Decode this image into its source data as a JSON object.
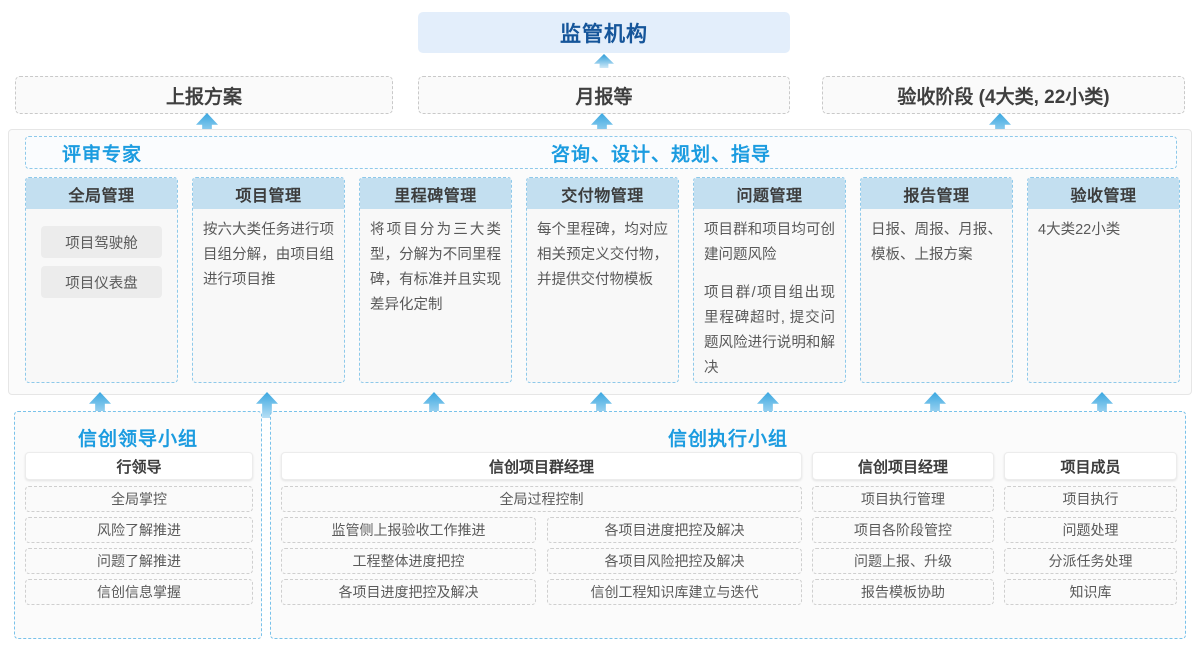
{
  "top": {
    "regulator": "监管机构",
    "reports": [
      "上报方案",
      "月报等",
      "验收阶段 (4大类, 22小类)"
    ]
  },
  "middle": {
    "header_left": "评审专家",
    "header_right": "咨询、设计、规划、指导",
    "cards": [
      {
        "title": "全局管理",
        "pills": [
          "项目驾驶舱",
          "项目仪表盘"
        ],
        "paras": []
      },
      {
        "title": "项目管理",
        "pills": [],
        "paras": [
          "按六大类任务进行项目组分解，由项目组进行项目推"
        ]
      },
      {
        "title": "里程碑管理",
        "pills": [],
        "paras": [
          "将项目分为三大类型，分解为不同里程碑，有标准并且实现差异化定制"
        ]
      },
      {
        "title": "交付物管理",
        "pills": [],
        "paras": [
          "每个里程碑，均对应相关预定义交付物，并提供交付物模板"
        ]
      },
      {
        "title": "问题管理",
        "pills": [],
        "paras": [
          "项目群和项目均可创建问题风险",
          "项目群/项目组出现里程碑超时, 提交问题风险进行说明和解决"
        ]
      },
      {
        "title": "报告管理",
        "pills": [],
        "paras": [
          "日报、周报、月报、模板、上报方案"
        ]
      },
      {
        "title": "验收管理",
        "pills": [],
        "paras": [
          "4大类22小类"
        ]
      }
    ]
  },
  "bottom": {
    "lead_group": {
      "title": "信创领导小组",
      "role": "行领导",
      "items": [
        "全局掌控",
        "风险了解推进",
        "问题了解推进",
        "信创信息掌握"
      ]
    },
    "exec_group": {
      "title": "信创执行小组",
      "program_manager": {
        "role": "信创项目群经理",
        "wide_item": "全局过程控制",
        "left_items": [
          "监管侧上报验收工作推进",
          "工程整体进度把控",
          "各项目进度把控及解决"
        ],
        "right_items": [
          "各项目进度把控及解决",
          "各项目风险把控及解决",
          "信创工程知识库建立与迭代"
        ]
      },
      "project_manager": {
        "role": "信创项目经理",
        "items": [
          "项目执行管理",
          "项目各阶段管控",
          "问题上报、升级",
          "报告模板协助"
        ]
      },
      "member": {
        "role": "项目成员",
        "items": [
          "项目执行",
          "问题处理",
          "分派任务处理",
          "知识库"
        ]
      }
    }
  },
  "colors": {
    "accent_blue": "#1c9ce0",
    "deep_blue": "#15559a",
    "card_cap": "#c3dff0",
    "regulator_bg": "#e3eefb"
  },
  "arrows": {
    "to_regulator": "arrow-up-icon",
    "to_reports": [
      "arrow-up-icon",
      "arrow-up-icon",
      "arrow-up-icon"
    ],
    "to_middle": [
      "arrow-up-icon",
      "arrow-up-icon",
      "arrow-up-icon",
      "arrow-up-icon",
      "arrow-up-icon",
      "arrow-up-icon",
      "arrow-up-icon"
    ]
  }
}
